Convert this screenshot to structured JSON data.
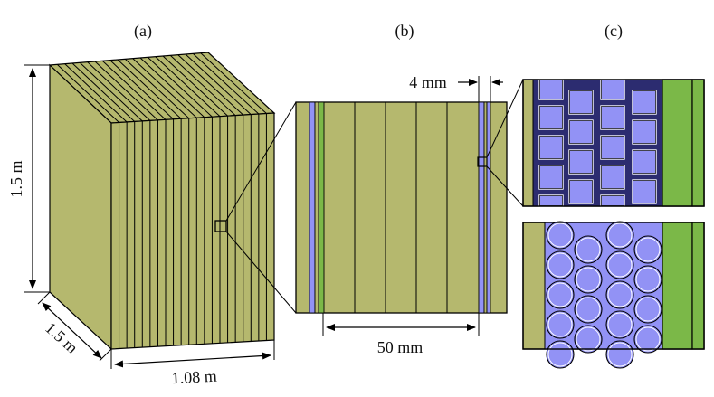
{
  "panels": {
    "a": "(a)",
    "b": "(b)",
    "c": "(c)"
  },
  "dimensions": {
    "height": "1.5 m",
    "depth": "1.5 m",
    "width": "1.08 m",
    "absorber_gap": "4 mm",
    "module_pitch": "50 mm"
  },
  "colors": {
    "absorber": "#B5B86E",
    "scintillator_green": "#7BB848",
    "fiber_blue": "#9292F5",
    "fiber_dark": "#2C2C70",
    "outline": "#000000"
  }
}
